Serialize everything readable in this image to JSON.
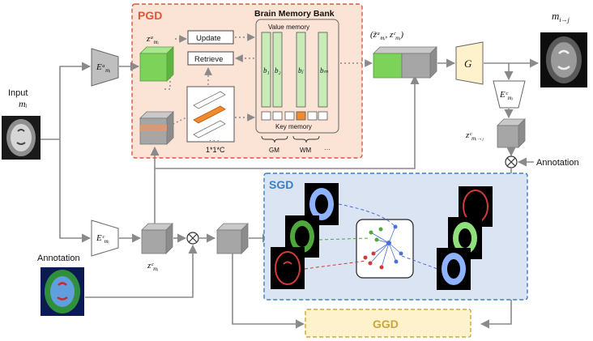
{
  "colors": {
    "pgd_fill": "#fbe3d6",
    "pgd_border": "#e0553a",
    "sgd_fill": "#dbe4f3",
    "sgd_border": "#3a7fc4",
    "ggd_fill": "#fdf2cc",
    "ggd_border": "#c9a53a",
    "green": "#7dd35a",
    "gray_cube": "#a6a6a6",
    "orange": "#f08a2a",
    "arrow": "#8a8a8a"
  },
  "pgd": {
    "title": "PGD",
    "bank_title": "Brain Memory Bank",
    "value_memory": "Value memory",
    "key_memory": "Key memory",
    "update": "Update",
    "retrieve": "Retrieve",
    "kernel": "1*1*C",
    "slots": [
      "b₁",
      "b₂",
      "bⱼ",
      "bₘ"
    ],
    "ellipsis": "· · ·",
    "groups": [
      "GM",
      "WM",
      "···"
    ]
  },
  "labels": {
    "input": "Input",
    "input_var": "mᵢ",
    "enc_a": "Eᵃ",
    "enc_a_sub": "mᵢ",
    "enc_c": "Eᶜ",
    "enc_c_sub": "mᵢ",
    "z_a": "zᵃ",
    "z_a_sub": "mᵢ",
    "z_c": "zᶜ",
    "z_c_sub": "mᵢ",
    "pair": "(z̃ᵃ",
    "pair_sub1": "mᵢ",
    "pair_mid": ", zᶜ",
    "pair_sub2": "mᵢ",
    "pair_end": ")",
    "gen": "G",
    "output": "m",
    "output_sub": "i→j",
    "enc_cj": "Eᶜ",
    "enc_cj_sub": "mⱼ",
    "z_cij": "zᶜ",
    "z_cij_sub": "mᵢ→ⱼ",
    "annotation_right": "Annotation",
    "annotation_left": "Annotation",
    "sgd": "SGD",
    "ggd": "GGD"
  }
}
